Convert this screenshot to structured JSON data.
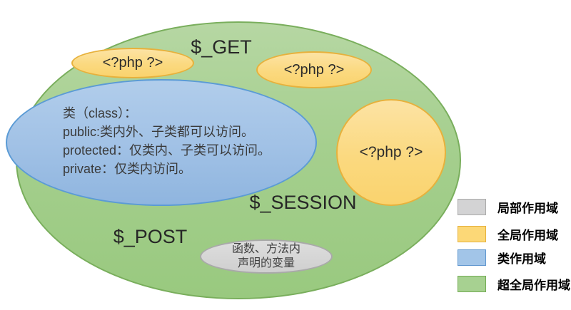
{
  "diagram": {
    "superglobals": {
      "get_label": "$_GET",
      "session_label": "$_SESSION",
      "post_label": "$_POST"
    },
    "php_blocks": [
      {
        "label": "<?php ?>"
      },
      {
        "label": "<?php ?>"
      },
      {
        "label": "<?php ?>"
      }
    ],
    "class_scope_lines": [
      "类（class）：",
      "public:类内外、子类都可以访问。",
      "protected：仅类内、子类可以访问。",
      "private：仅类内访问。"
    ],
    "local_scope_lines": [
      "函数、方法内",
      "声明的变量"
    ]
  },
  "legend": {
    "items": [
      {
        "name": "local",
        "label": "局部作用域",
        "fill": "#d3d3d4",
        "border": "#aaaaaa"
      },
      {
        "name": "global",
        "label": "全局作用域",
        "fill": "#fcd877",
        "border": "#e6b23d"
      },
      {
        "name": "class",
        "label": "类作用域",
        "fill": "#a2c5e8",
        "border": "#6097cf"
      },
      {
        "name": "superglobal",
        "label": "超全局作用域",
        "fill": "#a7d191",
        "border": "#74ac55"
      }
    ]
  },
  "colors": {
    "superglobal_fill": "#a3cf8d",
    "superglobal_border": "#79ae5c",
    "global_fill": "#fbd87e",
    "global_border": "#e7b13c",
    "class_fill": "#9ec2e6",
    "class_border": "#5b9bd5",
    "local_fill": "#d6d6d6",
    "local_border": "#a9a9a9",
    "text": "#3a3a3a"
  }
}
